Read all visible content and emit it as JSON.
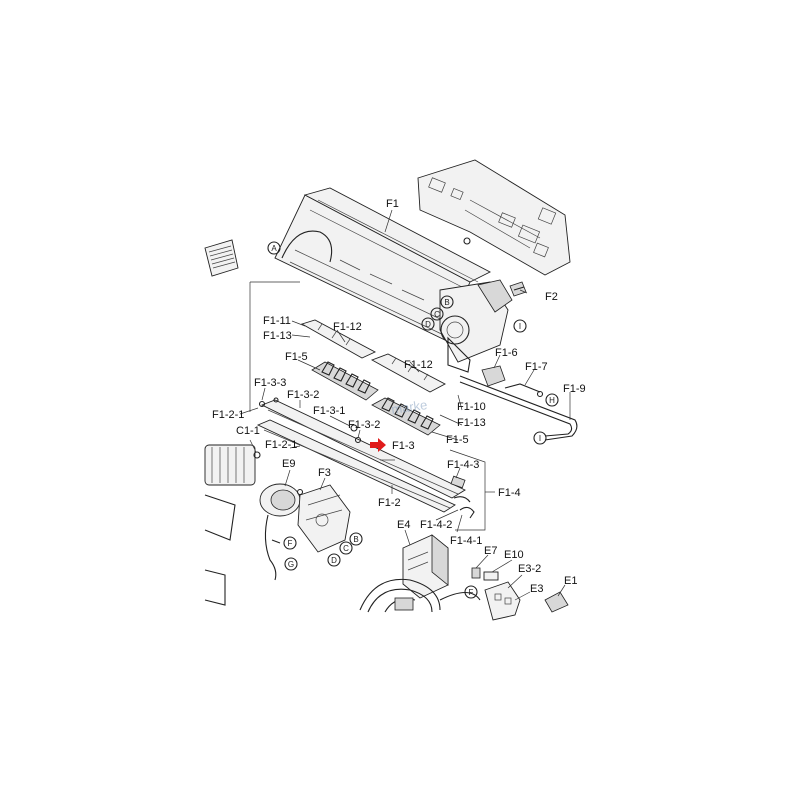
{
  "callouts": [
    {
      "id": "F1",
      "text": "F1"
    },
    {
      "id": "F2",
      "text": "F2"
    },
    {
      "id": "F1-11",
      "text": "F1-11"
    },
    {
      "id": "F1-13a",
      "text": "F1-13"
    },
    {
      "id": "F1-12a",
      "text": "F1-12"
    },
    {
      "id": "F1-5a",
      "text": "F1-5"
    },
    {
      "id": "F1-12b",
      "text": "F1-12"
    },
    {
      "id": "F1-6",
      "text": "F1-6"
    },
    {
      "id": "F1-7",
      "text": "F1-7"
    },
    {
      "id": "F1-9",
      "text": "F1-9"
    },
    {
      "id": "F1-3-3",
      "text": "F1-3-3"
    },
    {
      "id": "F1-3-2a",
      "text": "F1-3-2"
    },
    {
      "id": "F1-2-1a",
      "text": "F1-2-1"
    },
    {
      "id": "F1-3-1",
      "text": "F1-3-1"
    },
    {
      "id": "F1-3-2b",
      "text": "F1-3-2"
    },
    {
      "id": "F1-10",
      "text": "F1-10"
    },
    {
      "id": "F1-13b",
      "text": "F1-13"
    },
    {
      "id": "F1-5b",
      "text": "F1-5"
    },
    {
      "id": "C1-1",
      "text": "C1-1"
    },
    {
      "id": "F1-2-1b",
      "text": "F1-2-1"
    },
    {
      "id": "F1-3",
      "text": "F1-3"
    },
    {
      "id": "F1-4-3",
      "text": "F1-4-3"
    },
    {
      "id": "E9",
      "text": "E9"
    },
    {
      "id": "F3",
      "text": "F3"
    },
    {
      "id": "F1-4",
      "text": "F1-4"
    },
    {
      "id": "F1-2",
      "text": "F1-2"
    },
    {
      "id": "E4",
      "text": "E4"
    },
    {
      "id": "F1-4-2",
      "text": "F1-4-2"
    },
    {
      "id": "F1-4-1",
      "text": "F1-4-1"
    },
    {
      "id": "E7",
      "text": "E7"
    },
    {
      "id": "E10",
      "text": "E10"
    },
    {
      "id": "E3-2",
      "text": "E3-2"
    },
    {
      "id": "E3",
      "text": "E3"
    },
    {
      "id": "E1",
      "text": "E1"
    }
  ],
  "circle_markers": [
    "A",
    "B",
    "C",
    "D",
    "I",
    "H",
    "F",
    "G"
  ],
  "watermark": "marke",
  "highlight_color": "#e01b1b"
}
